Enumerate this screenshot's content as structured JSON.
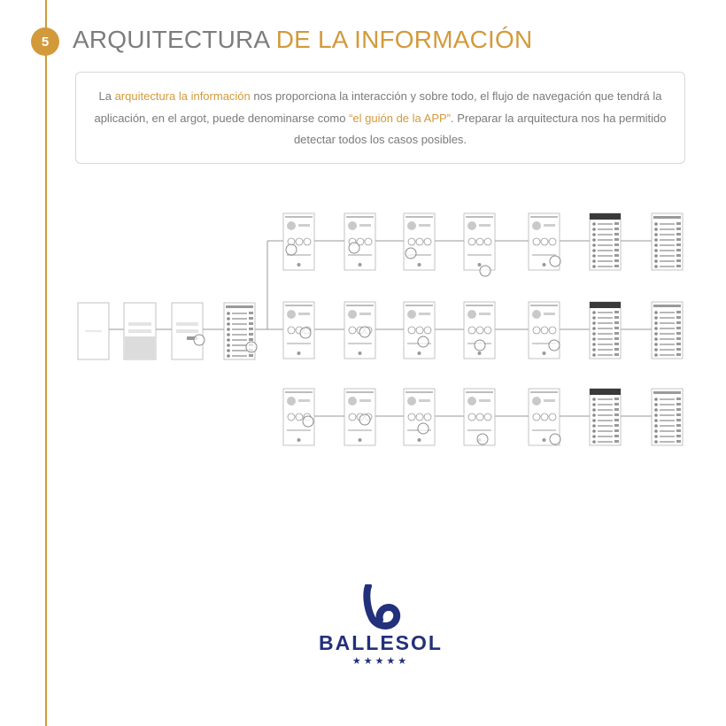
{
  "section_number": "5",
  "title": {
    "part1": "ARQUITECTURA",
    "part2": "DE LA INFORMACIÓN"
  },
  "intro": {
    "s1": "La ",
    "h1": "arquitectura la información",
    "s2": " nos proporciona la interacción y sobre todo, el flujo de navegación que tendrá la aplicación, en el argot, puede denominarse como ",
    "h2": "“el guión de la APP”",
    "s3": ". Preparar la arquitectura nos ha permitido detectar todos los casos posibles."
  },
  "brand": {
    "name": "BALLESOL",
    "stars": "★★★★★"
  },
  "colors": {
    "accent": "#d39a3b",
    "brand": "#23307a",
    "text": "#7a7a7a"
  }
}
